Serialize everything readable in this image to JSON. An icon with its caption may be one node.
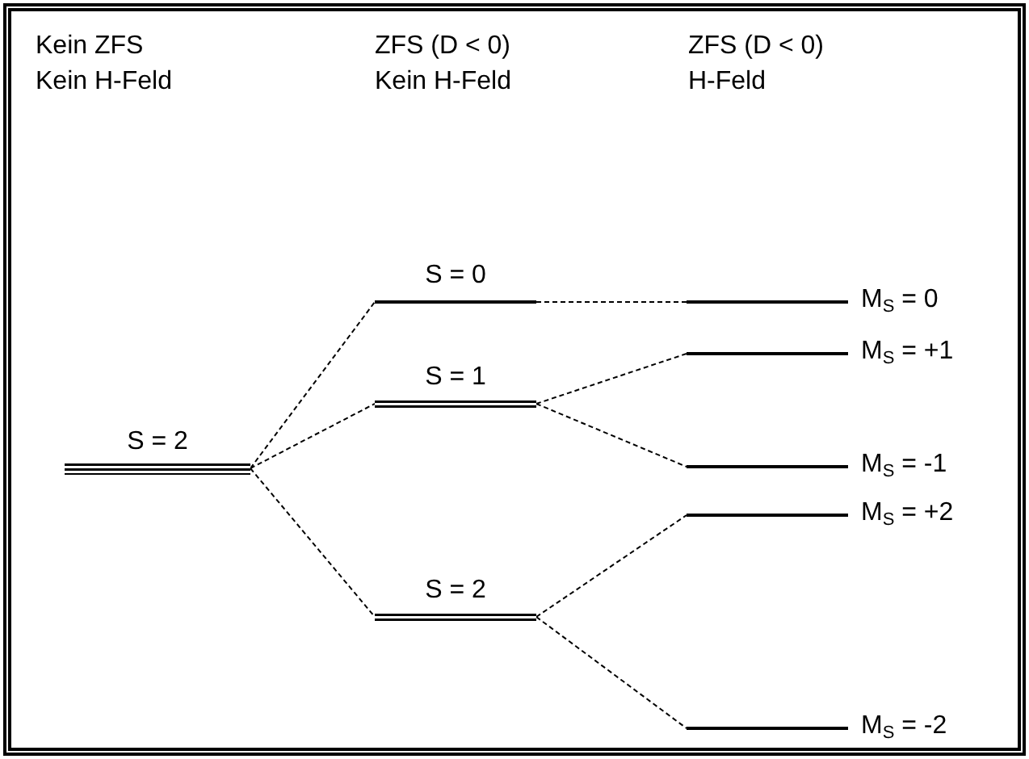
{
  "diagram": {
    "nodes": [
      {
        "text": [
          "S = 2"
        ]
      },
      {
        "text": [
          "S = 0"
        ]
      },
      {
        "text": [
          "S = 1"
        ]
      },
      {
        "text": [
          "S = 2"
        ]
      },
      {
        "text": [
          "M$_{S}$ = 0"
        ]
      },
      {
        "text": [
          "M$_{S}$ = +1"
        ]
      },
      {
        "text": [
          "M$_{S}$ = -1"
        ]
      },
      {
        "text": [
          "M$_{S}$ = +2"
        ]
      },
      {
        "text": [
          "M$_{S}$ = -2"
        ]
      }
    ],
    "edges": [
      {
        "from": 0,
        "to": 1,
        "arrow": "none",
        "style": "dashed"
      },
      {
        "from": 0,
        "to": 2,
        "arrow": "none",
        "style": "dashed"
      },
      {
        "from": 0,
        "to": 3,
        "arrow": "none",
        "style": "dashed"
      },
      {
        "from": 1,
        "to": 4,
        "arrow": "none",
        "style": "dashed"
      },
      {
        "from": 2,
        "to": 5,
        "arrow": "none",
        "style": "dashed"
      },
      {
        "from": 2,
        "to": 6,
        "arrow": "none",
        "style": "dashed"
      },
      {
        "from": 3,
        "to": 7,
        "arrow": "none",
        "style": "dashed"
      },
      {
        "from": 3,
        "to": 8,
        "arrow": "none",
        "style": "dashed"
      }
    ],
    "labels": [
      "Kein ZFS Kein H-Feld",
      "ZFS (D < 0) Kein H-Feld",
      "ZFS (D < 0) H-Feld"
    ]
  }
}
